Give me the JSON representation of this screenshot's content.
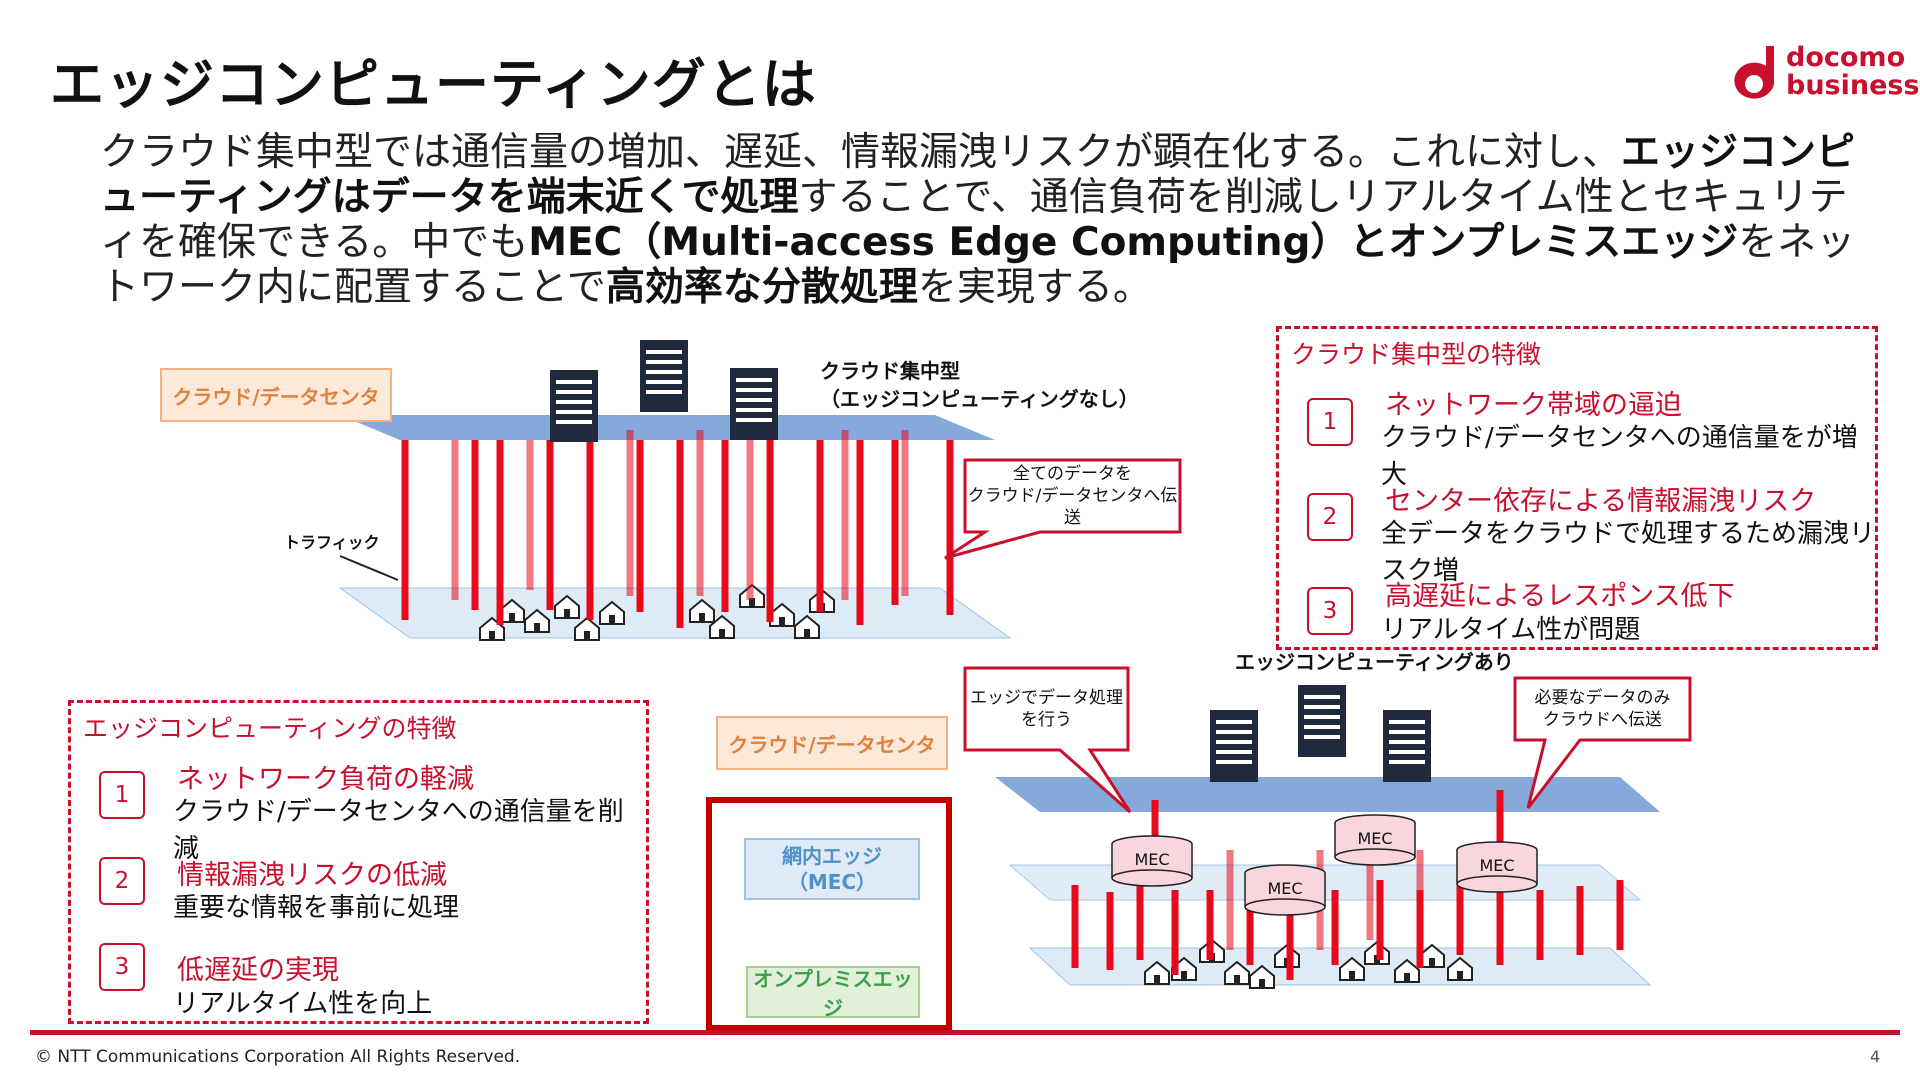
{
  "title": "エッジコンピューティングとは",
  "logo": {
    "line1": "docomo",
    "line2": "business",
    "color": "#c8102e"
  },
  "intro": {
    "p1": "クラウド集中型では通信量の増加、遅延、情報漏洩リスクが顕在化する。これに対し、",
    "b1": "エッジコンピューティングはデータを端末近くで処理",
    "p2": "することで、通信負荷を削減しリアルタイム性とセキュリティを確保できる。中でも",
    "b2": "MEC（Multi-access Edge Computing）とオンプレミスエッジ",
    "p3": "をネットワーク内に配置することで",
    "b3": "高効率な分散処理",
    "p4": "を実現する。"
  },
  "top_diagram": {
    "tag": "クラウド/データセンタ",
    "caption_line1": "クラウド集中型",
    "caption_line2": "（エッジコンピューティングなし）",
    "traffic_label": "トラフィック",
    "callout_line1": "全てのデータを",
    "callout_line2": "クラウド/データセンタへ伝送"
  },
  "cloud_box": {
    "heading": "クラウド集中型の特徴",
    "items": [
      {
        "num": "1",
        "title": "ネットワーク帯域の逼迫",
        "desc": "クラウド/データセンタへの通信量をが増大"
      },
      {
        "num": "2",
        "title": "センター依存による情報漏洩リスク",
        "desc": "全データをクラウドで処理するため漏洩リスク増"
      },
      {
        "num": "3",
        "title": "高遅延によるレスポンス低下",
        "desc": "リアルタイム性が問題"
      }
    ]
  },
  "edge_box": {
    "heading": "エッジコンピューティングの特徴",
    "items": [
      {
        "num": "1",
        "title": "ネットワーク負荷の軽減",
        "desc": "クラウド/データセンタへの通信量を削減"
      },
      {
        "num": "2",
        "title": "情報漏洩リスクの低減",
        "desc": "重要な情報を事前に処理"
      },
      {
        "num": "3",
        "title": "低遅延の実現",
        "desc": "リアルタイム性を向上"
      }
    ]
  },
  "bottom_diagram": {
    "caption": "エッジコンピューティングあり",
    "tag_cloud": "クラウド/データセンタ",
    "tag_mec_line1": "網内エッジ",
    "tag_mec_line2": "（MEC）",
    "tag_onprem": "オンプレミスエッジ",
    "callout_left_line1": "エッジでデータ処理",
    "callout_left_line2": "を行う",
    "callout_right_line1": "必要なデータのみ",
    "callout_right_line2": "クラウドへ伝送",
    "mec_label": "MEC"
  },
  "footer": {
    "copyright": "© NTT Communications Corporation All Rights Reserved.",
    "page": "4"
  }
}
